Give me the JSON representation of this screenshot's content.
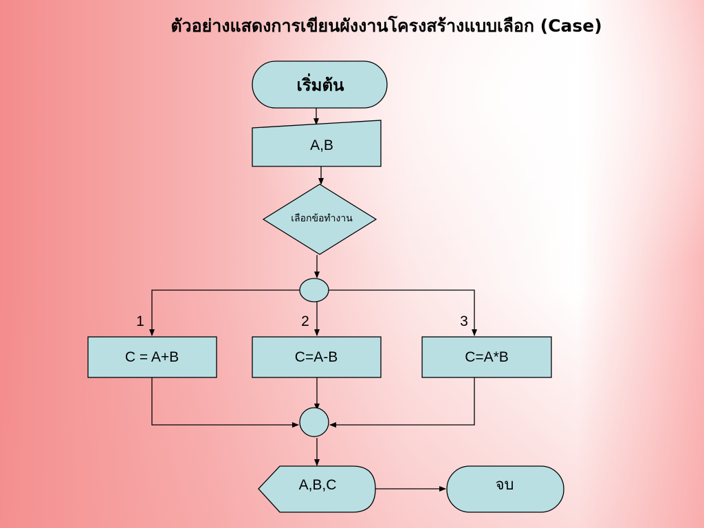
{
  "slide": {
    "title": "ตัวอย่างแสดงการเขียนผังงานโครงสร้างแบบเลือก (Case)"
  },
  "flowchart": {
    "start": "เริ่มต้น",
    "input": "A,B",
    "decision": "เลือกข้อทำงาน",
    "branch_labels": [
      "1",
      "2",
      "3"
    ],
    "process_1": "C = A+B",
    "process_2": "C=A-B",
    "process_3": "C=A*B",
    "output": "A,B,C",
    "end": "จบ"
  },
  "colors": {
    "shape_fill": "#b9dfe3",
    "stroke": "#000000"
  }
}
